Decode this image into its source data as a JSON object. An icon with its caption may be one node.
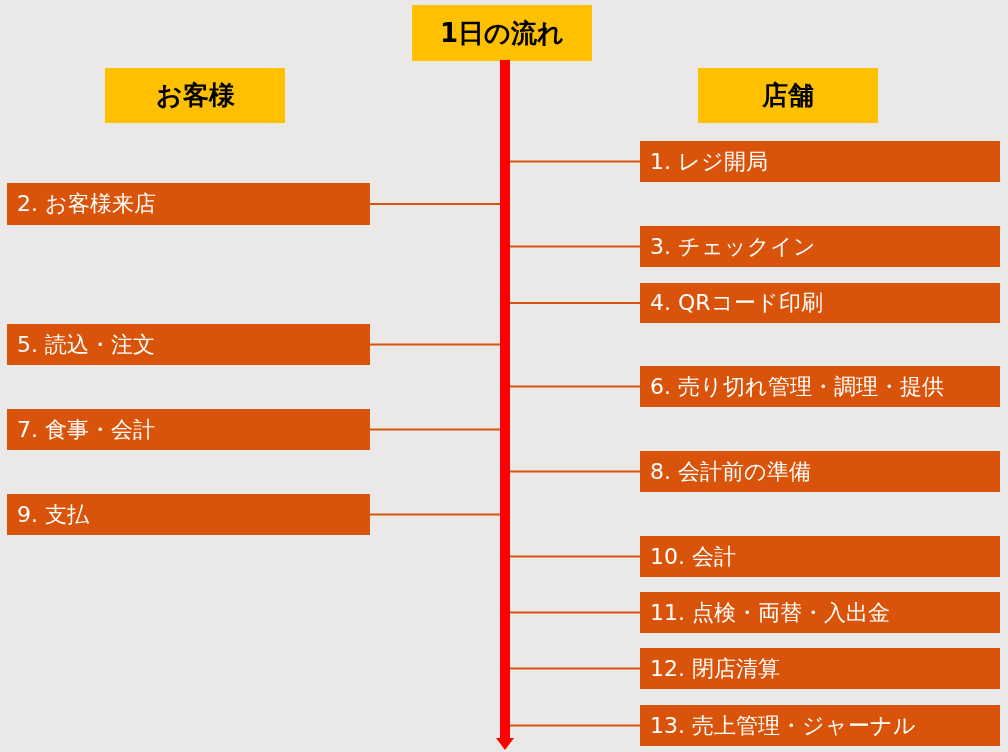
{
  "diagram": {
    "nodes": [
      {
        "text": [
          "1日の流れ"
        ]
      },
      {
        "text": [
          "お客様"
        ]
      },
      {
        "text": [
          "店舗"
        ]
      },
      {
        "text": [],
        "shape": "bar"
      },
      {
        "text": [
          "1. レジ開局"
        ]
      },
      {
        "text": [
          "2. お客様来店"
        ]
      },
      {
        "text": [
          "3. チェックイン"
        ]
      },
      {
        "text": [
          "4. QRコード印刷"
        ]
      },
      {
        "text": [
          "5. 読込・注文"
        ]
      },
      {
        "text": [
          "6. 売り切れ管理・調理・提供"
        ]
      },
      {
        "text": [
          "7. 食事・会計"
        ]
      },
      {
        "text": [
          "8. 会計前の準備"
        ]
      },
      {
        "text": [
          "9. 支払"
        ]
      },
      {
        "text": [
          "10. 会計"
        ]
      },
      {
        "text": [
          "11. 点検・両替・入出金"
        ]
      },
      {
        "text": [
          "12. 閉店清算"
        ]
      },
      {
        "text": [
          "13. 売上管理・ジャーナル"
        ]
      }
    ],
    "edges": [
      {
        "from": 4,
        "to": 3,
        "arrow": "none"
      },
      {
        "from": 5,
        "to": 3,
        "arrow": "none"
      },
      {
        "from": 6,
        "to": 3,
        "arrow": "none"
      },
      {
        "from": 7,
        "to": 3,
        "arrow": "none"
      },
      {
        "from": 8,
        "to": 3,
        "arrow": "none"
      },
      {
        "from": 9,
        "to": 3,
        "arrow": "none"
      },
      {
        "from": 10,
        "to": 3,
        "arrow": "none"
      },
      {
        "from": 11,
        "to": 3,
        "arrow": "none"
      },
      {
        "from": 12,
        "to": 3,
        "arrow": "none"
      },
      {
        "from": 13,
        "to": 3,
        "arrow": "none"
      },
      {
        "from": 14,
        "to": 3,
        "arrow": "none"
      },
      {
        "from": 15,
        "to": 3,
        "arrow": "none"
      },
      {
        "from": 16,
        "to": 3,
        "arrow": "none"
      }
    ]
  }
}
